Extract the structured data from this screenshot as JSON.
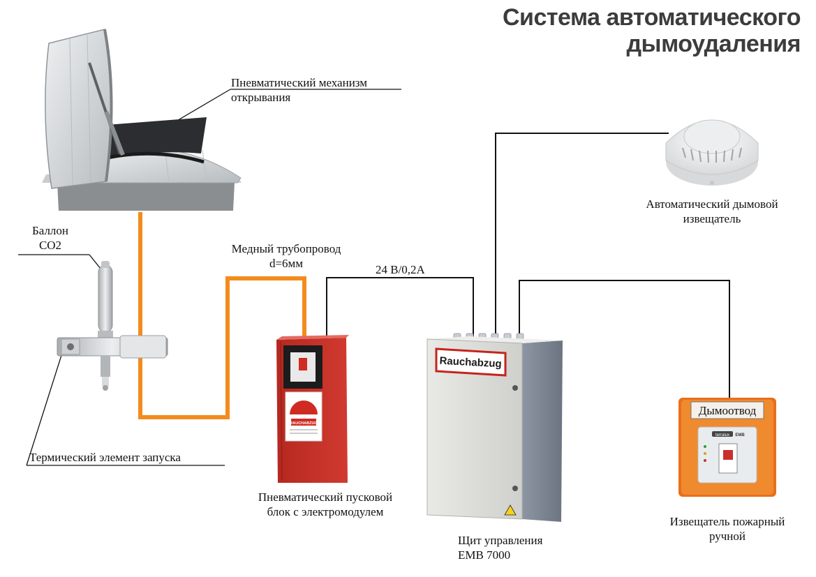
{
  "title": {
    "line1": "Система автоматического",
    "line2": "дымоудаления"
  },
  "labels": {
    "pneumatic_mechanism": [
      "Пневматический механизм",
      "открывания"
    ],
    "co2_cylinder": [
      "Баллон",
      "СО2"
    ],
    "copper_pipe": [
      "Медный трубопровод",
      "d=6мм"
    ],
    "voltage": "24 В/0,2А",
    "smoke_detector": [
      "Автоматический дымовой",
      "извещатель"
    ],
    "thermal_element": "Термический элемент запуска",
    "pneumatic_starter": [
      "Пневматический пусковой",
      "блок с электромодулем"
    ],
    "control_panel": [
      "Щит управления",
      "EMB 7000"
    ],
    "manual_call_point": [
      "Извещатель пожарный",
      "ручной"
    ]
  },
  "device_text": {
    "rauchabzug_panel": "Rauchabzug",
    "rauchabzug_starter": "RAUCHABZUG",
    "call_point_title": "Дымоотвод",
    "call_point_brand": "terralux",
    "call_point_model": "EMB"
  },
  "colors": {
    "pipe": "#f28c1e",
    "wire": "#111111",
    "title": "#3c3c3c",
    "starter_red": "#c7302a",
    "call_point_orange": "#ee7d22",
    "panel_grey": "#d9d9d6"
  }
}
